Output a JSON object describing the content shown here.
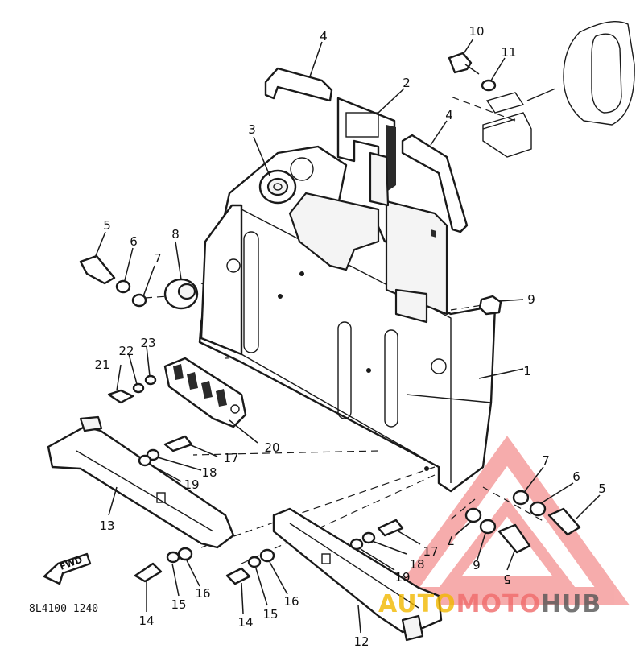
{
  "diagram": {
    "drawing_code": "8L4100 1240",
    "forward_label": "FWD",
    "callouts": [
      {
        "id": "c1",
        "label": "1"
      },
      {
        "id": "c2",
        "label": "2"
      },
      {
        "id": "c3",
        "label": "3"
      },
      {
        "id": "c4a",
        "label": "4"
      },
      {
        "id": "c4b",
        "label": "4"
      },
      {
        "id": "c5a",
        "label": "5"
      },
      {
        "id": "c5b",
        "label": "5"
      },
      {
        "id": "c5c",
        "label": "5"
      },
      {
        "id": "c6a",
        "label": "6"
      },
      {
        "id": "c6b",
        "label": "6"
      },
      {
        "id": "c6c",
        "label": "6"
      },
      {
        "id": "c7a",
        "label": "7"
      },
      {
        "id": "c7b",
        "label": "7"
      },
      {
        "id": "c7c",
        "label": "7"
      },
      {
        "id": "c8",
        "label": "8"
      },
      {
        "id": "c9",
        "label": "9"
      },
      {
        "id": "c10",
        "label": "10"
      },
      {
        "id": "c11",
        "label": "11"
      },
      {
        "id": "c12",
        "label": "12"
      },
      {
        "id": "c13",
        "label": "13"
      },
      {
        "id": "c14a",
        "label": "14"
      },
      {
        "id": "c14b",
        "label": "14"
      },
      {
        "id": "c15a",
        "label": "15"
      },
      {
        "id": "c15b",
        "label": "15"
      },
      {
        "id": "c16a",
        "label": "16"
      },
      {
        "id": "c16b",
        "label": "16"
      },
      {
        "id": "c17a",
        "label": "17"
      },
      {
        "id": "c17b",
        "label": "17"
      },
      {
        "id": "c18a",
        "label": "18"
      },
      {
        "id": "c18b",
        "label": "18"
      },
      {
        "id": "c19a",
        "label": "19"
      },
      {
        "id": "c19b",
        "label": "19"
      },
      {
        "id": "c20",
        "label": "20"
      },
      {
        "id": "c21",
        "label": "21"
      },
      {
        "id": "c22",
        "label": "22"
      },
      {
        "id": "c23",
        "label": "23"
      }
    ]
  },
  "watermark": {
    "word_1": "AUTO",
    "word_2": "MOTO",
    "word_3": "HUB",
    "colors": {
      "auto": "#f2b800",
      "moto": "#f06a6a",
      "hub": "#555555",
      "triangle": "#f06a6a"
    }
  }
}
